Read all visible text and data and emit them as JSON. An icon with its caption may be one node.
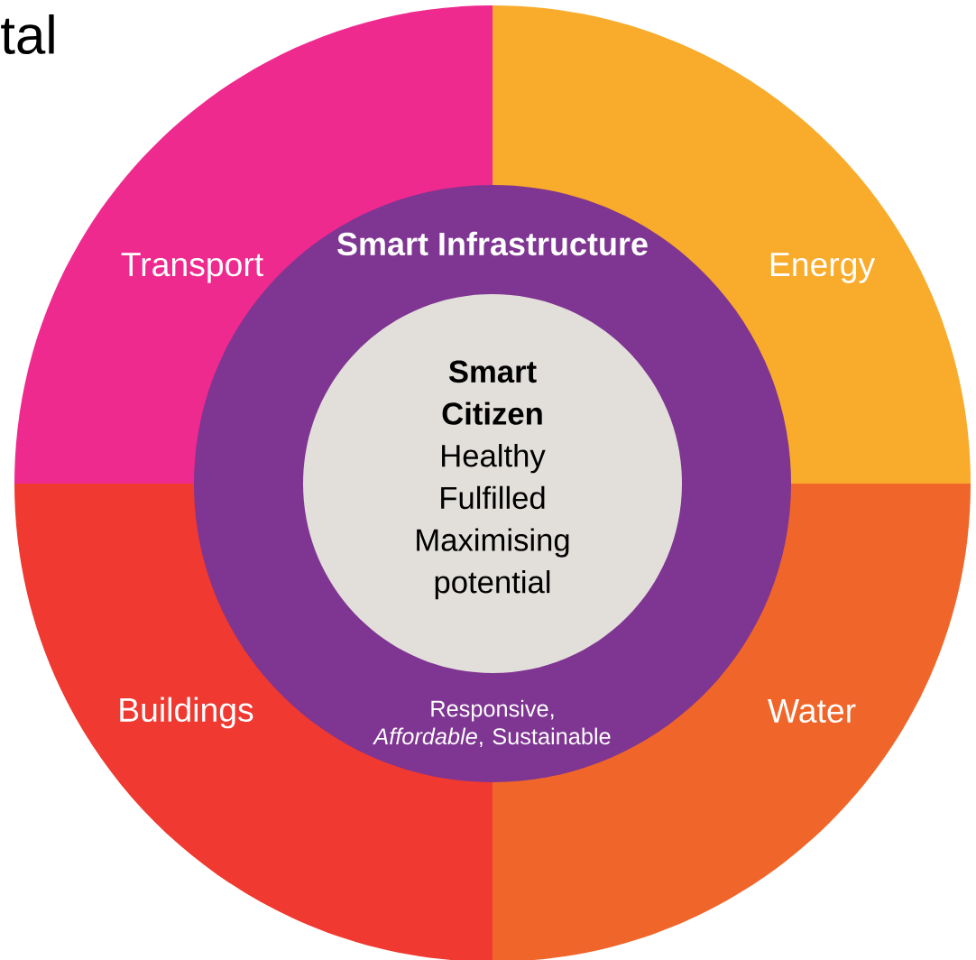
{
  "diagram": {
    "nodes": [
      {
        "text": [
          "Transport"
        ]
      },
      {
        "text": [
          "Energy"
        ]
      },
      {
        "text": [
          "Buildings"
        ]
      },
      {
        "text": [
          "Water"
        ]
      },
      {
        "text": [
          "Smart Infrastructure",
          "Responsive, *Affordable*, Sustainable"
        ]
      },
      {
        "text": [
          "Smart Citizen",
          "Healthy",
          "Fulfilled",
          "Maximising potential"
        ],
        "in": 4
      }
    ],
    "labels": [
      "tal"
    ]
  }
}
